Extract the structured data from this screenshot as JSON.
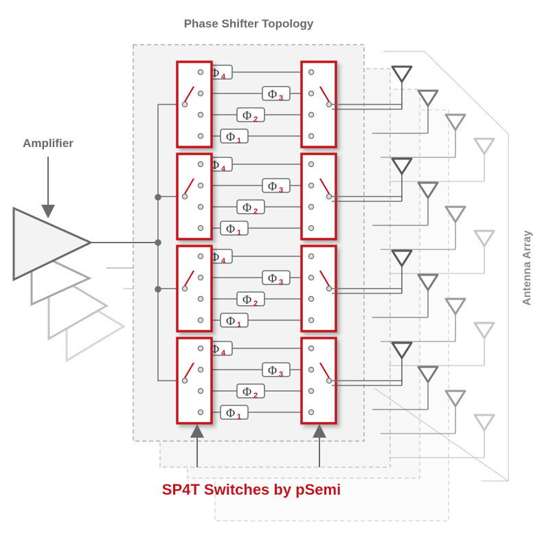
{
  "title": "Phase Shifter Topology",
  "amplifier_label": "Amplifier",
  "antenna_label": "Antenna Array",
  "switch_caption": "SP4T Switches by pSemi",
  "phase_symbol": "Φ",
  "phase_indices": [
    "4",
    "3",
    "2",
    "1"
  ],
  "colors": {
    "switch_red": "#c0151f",
    "caption_red": "#c0151f",
    "label_gray": "#6a6a6a",
    "line_gray": "#6f6f6f"
  }
}
